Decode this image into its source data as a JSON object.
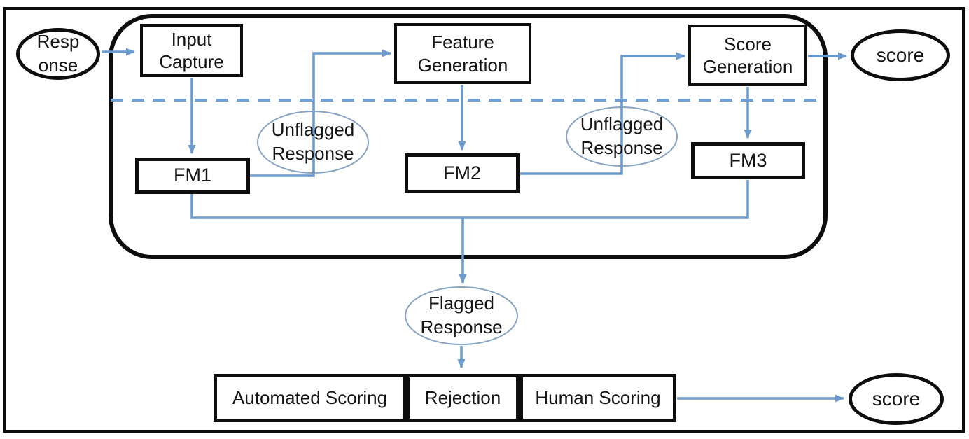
{
  "nodes": {
    "response": {
      "line1": "Resp",
      "line2": "onse"
    },
    "input_capture": {
      "line1": "Input",
      "line2": "Capture"
    },
    "feature_generation": {
      "line1": "Feature",
      "line2": "Generation"
    },
    "score_generation": {
      "line1": "Score",
      "line2": "Generation"
    },
    "score_top": {
      "label": "score"
    },
    "fm1": {
      "label": "FM1"
    },
    "fm2": {
      "label": "FM2"
    },
    "fm3": {
      "label": "FM3"
    },
    "unflagged_response_1": {
      "line1": "Unflagged",
      "line2": "Response"
    },
    "unflagged_response_2": {
      "line1": "Unflagged",
      "line2": "Response"
    },
    "flagged_response": {
      "line1": "Flagged",
      "line2": "Response"
    },
    "automated_scoring": {
      "label": "Automated Scoring"
    },
    "rejection": {
      "label": "Rejection"
    },
    "human_scoring": {
      "label": "Human Scoring"
    },
    "score_bottom": {
      "label": "score"
    }
  },
  "colors": {
    "connector_blue": "#6A9ACE",
    "dashed_blue": "#72A0D4",
    "light_ellipse_stroke": "#86A3C4",
    "border_black": "#0d0d0d"
  }
}
